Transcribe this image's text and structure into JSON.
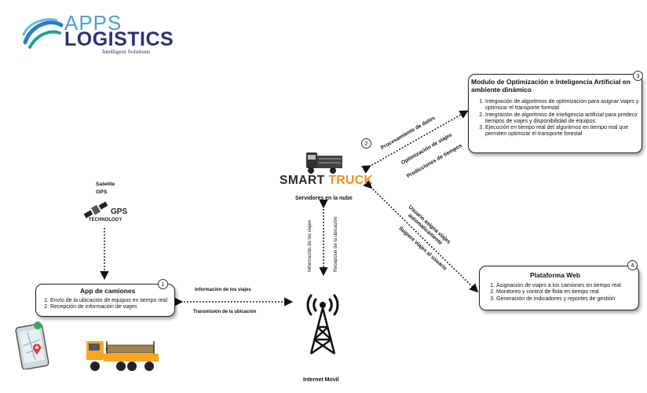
{
  "logo": {
    "line1": "APPS",
    "line2": "LOGISTICS",
    "tagline": "Intelligent Solutions"
  },
  "smart_truck": {
    "word1": "SMART",
    "word2": "TRUCK",
    "caption": "Servidores en la nube"
  },
  "satellite": {
    "line1": "Satelite",
    "line2": "GPS",
    "logo_word": "GPS",
    "logo_sub": "TECHNOLOGY"
  },
  "tower": {
    "caption": "Internet Movil"
  },
  "box1": {
    "number": "1",
    "title": "App de camiones",
    "items": [
      "Envío de la ubicación de equipos en tiempo real",
      "Recepción de información de viajes"
    ]
  },
  "box2_number": "2",
  "box3": {
    "number": "3",
    "title": "Modulo de Optimización e Inteligencia Artificial en ambiente dinámico",
    "items": [
      "Integración de algoritmos de optimización para asignar viajes y optimizar el transporte forestal",
      "Integración de algoritmos de inteligencia artificial para predecir tiempos de viajes y disponibilidad de equipos",
      "Ejecución en tiempo real del algoritmos en tiempo real que permiten optimizar el transporte forestal"
    ]
  },
  "box4": {
    "number": "4",
    "title": "Plataforma Web",
    "items": [
      "Asignación de viajes a los camiones en tiempo real",
      "Monitoreo y control de flota en tiempo real",
      "Generación de indicadores y reportes de gestión"
    ]
  },
  "labels": {
    "procesamiento": "Procesamiento de datos",
    "optimizacion": "Optimización de viajes",
    "predicciones": "Predicciones de tiempos",
    "usuario_asigna": "Usuario asigna viajes automaticamente",
    "sugiere": "Sugiere viajes al usuario",
    "info_viajes_v": "Información de los viajes",
    "recepcion_ubic_v": "Recepcion de la ubicación",
    "info_viajes_h": "Información de los viajes",
    "transmision": "Transmisión de la ubicación"
  },
  "colors": {
    "logo_blue": "#2b2f7a",
    "logo_light": "#4a9fd6",
    "truck_orange": "#f28c1c",
    "arrow": "#111111"
  }
}
